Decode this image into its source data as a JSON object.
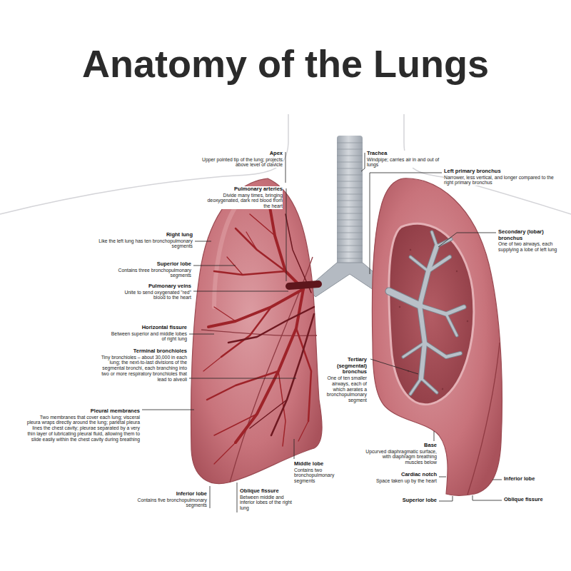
{
  "diagram": {
    "title": "Anatomy of the Lungs",
    "labels": [
      "Apex",
      "Upper pointed tip of the lung; projects above level of clavicle",
      "Trachea",
      "Windpipe; carries air in and out of lungs",
      "Pulmonary arteries",
      "Divide many times, bringing deoxygenated, dark red blood from the heart",
      "Left primary bronchus",
      "Narrower, less vertical, and longer compared to the right primary bronchus",
      "Right lung",
      "Like the left lung has ten bronchopulmonary segments",
      "Secondary (lobar) bronchus",
      "One of two airways, each supplying a lobe of left lung",
      "Superior lobe",
      "Contains three bronchopulmonary segments",
      "Pulmonary veins",
      "Unite to send oxygenated \"red\" blood to the heart",
      "Horizontal fissure",
      "Between superior and middle lobes of right lung",
      "Terminal bronchioles",
      "Tiny bronchioles – about 30,000 in each lung; the next-to-last divisions of the segmental bronchi, each branching into two or more respiratory bronchioles that lead to alveoli",
      "Tertiary (segmental) bronchus",
      "One of ten smaller airways, each of which aerates a bronchopulmonary segment",
      "Pleural membranes",
      "Two membranes that cover each lung; visceral pleura wraps directly around the lung; parietal pleura lines the chest cavity; pleurae separated by a very thin layer of lubricating pleural fluid, allowing them to slide easily within the chest cavity during breathing",
      "Middle lobe",
      "Contains two bronchopulmonary segments",
      "Base",
      "Upcurved diaphragmatic surface, with diaphragm breathing muscles below",
      "Inferior lobe",
      "Cardiac notch",
      "Space taken up by the heart",
      "Superior lobe",
      "Oblique fissure",
      "Inferior lobe",
      "Contains five bronchopulmonary segments",
      "Oblique fissure",
      "Between middle and inferior lobes of the right lung"
    ]
  }
}
